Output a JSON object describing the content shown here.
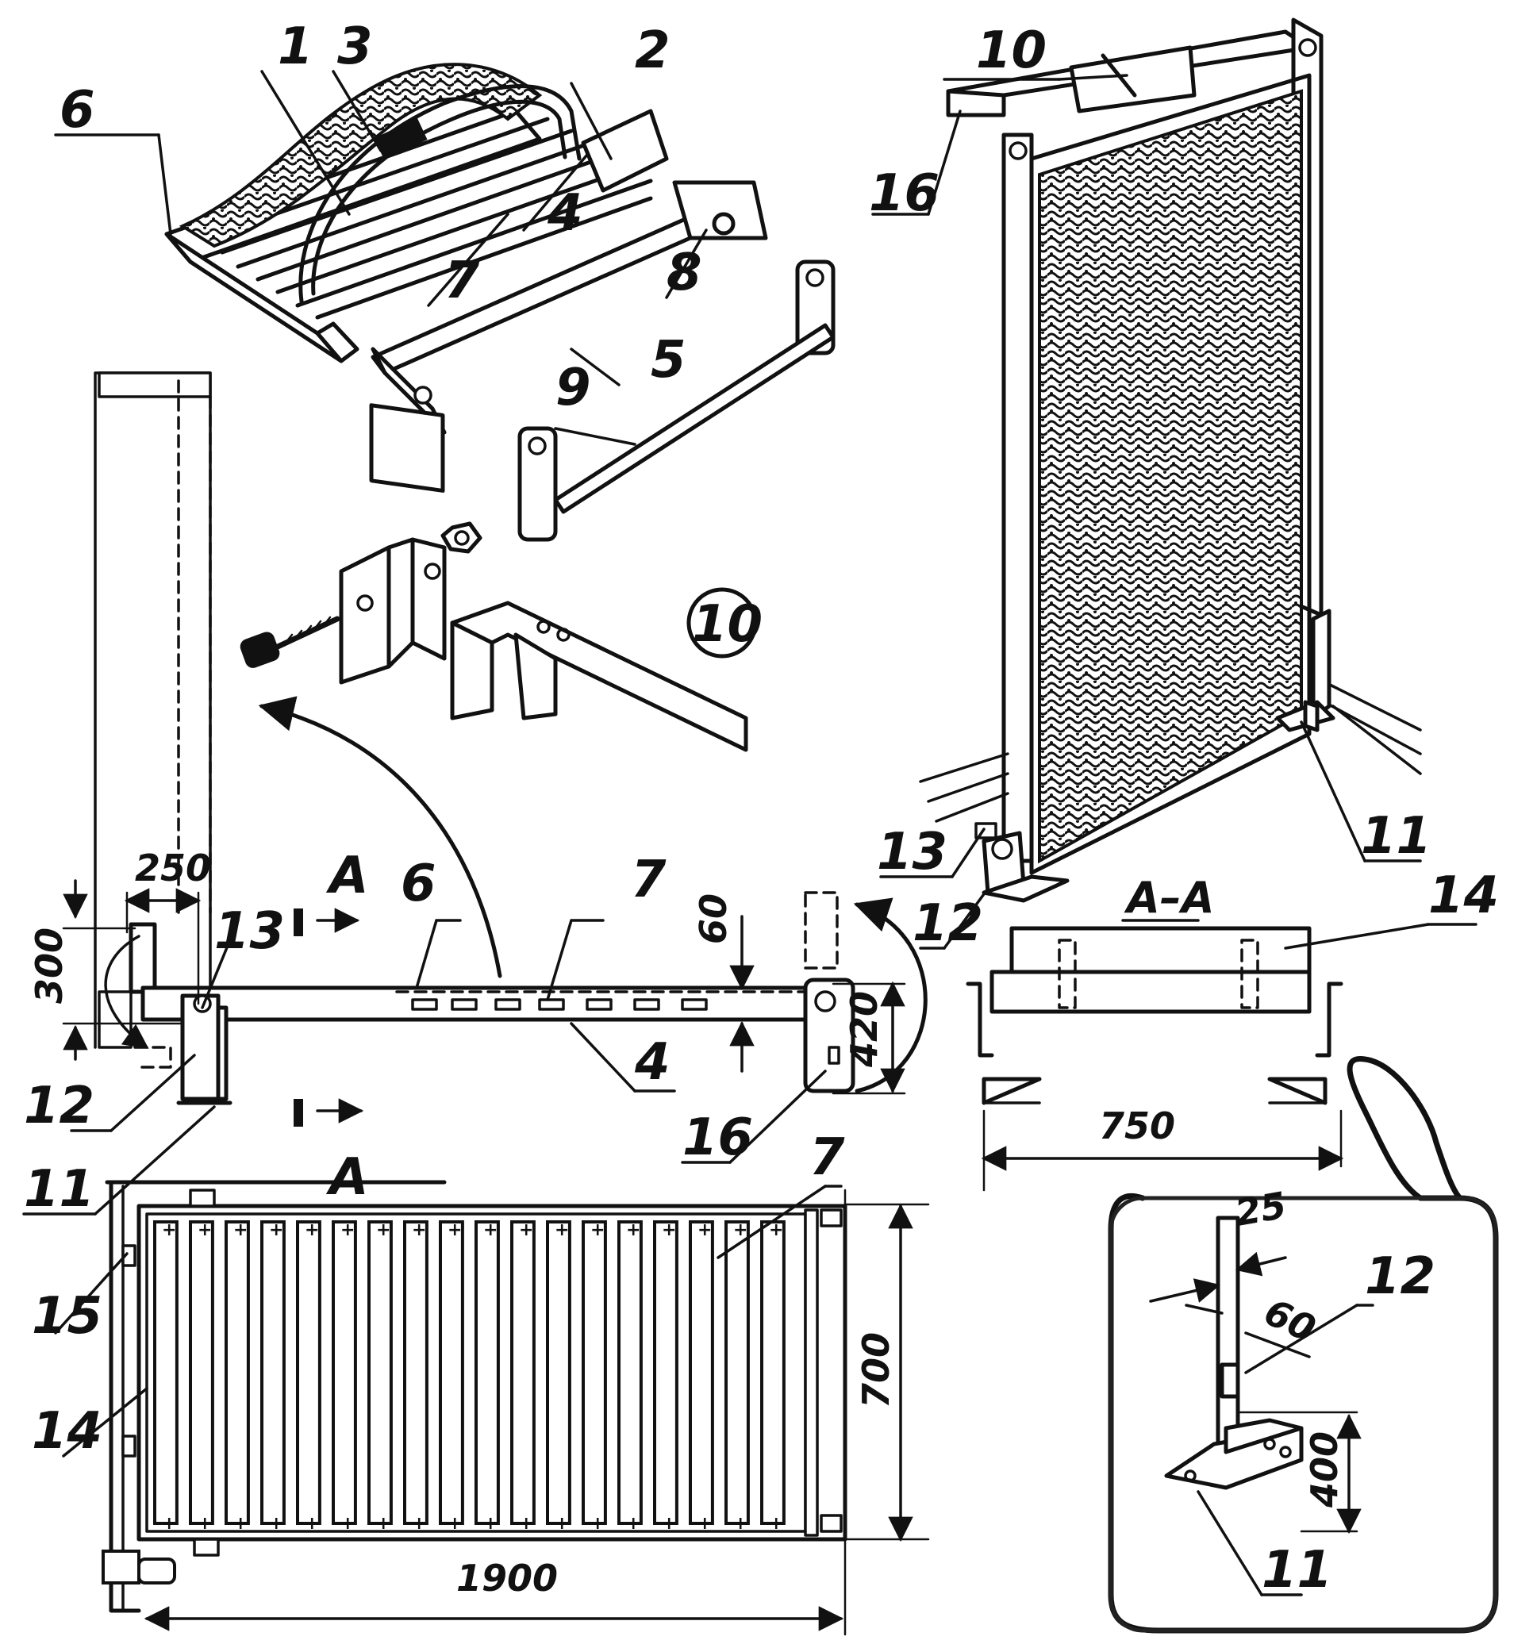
{
  "detail_badge": "10",
  "callouts": {
    "c1": "1",
    "c2": "2",
    "c3": "3",
    "c4": "4",
    "c5": "5",
    "c6": "6",
    "c7": "7",
    "c8": "8",
    "c9": "9",
    "c10": "10",
    "c16": "16",
    "c13": "13",
    "c11": "11",
    "c12": "12",
    "c14": "14",
    "side_a_top": "A",
    "side_6": "6",
    "side_7": "7",
    "side_13": "13",
    "side_12": "12",
    "side_11": "11",
    "side_4": "4",
    "side_16": "16",
    "side_a_bottom": "A",
    "plan_7": "7",
    "plan_15": "15",
    "plan_14": "14",
    "det_12": "12",
    "det_11": "11"
  },
  "section_label": "A–A",
  "dimensions": {
    "d250": "250",
    "d300": "300",
    "d60": "60",
    "d420": "420",
    "d750": "750",
    "d700": "700",
    "d1900": "1900",
    "d25": "25",
    "d60b": "60",
    "d400": "400"
  },
  "colors": {
    "ink": "#111111",
    "paper": "#ffffff"
  }
}
